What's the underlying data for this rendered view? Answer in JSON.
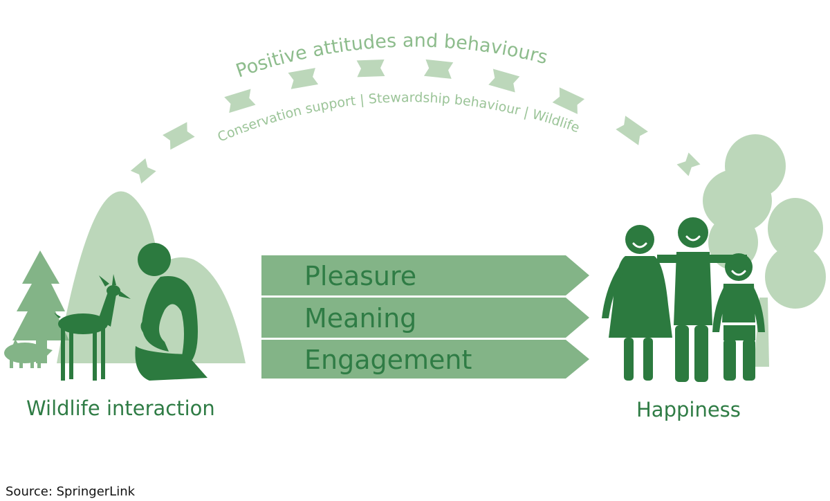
{
  "arc": {
    "title": "Positive attitudes and behaviours",
    "subtitle": "Conservation support | Stewardship behaviour | Wildlife"
  },
  "pathways": [
    {
      "label": "Pleasure"
    },
    {
      "label": "Meaning"
    },
    {
      "label": "Engagement"
    }
  ],
  "left": {
    "caption": "Wildlife interaction"
  },
  "right": {
    "caption": "Happiness"
  },
  "source": "Source: SpringerLink",
  "colors": {
    "dark_green": "#2c7a3f",
    "mid_green": "#83b487",
    "light_green": "#bcd7ba",
    "text_green": "#2f7c45",
    "arc_green": "#a9cba5"
  }
}
